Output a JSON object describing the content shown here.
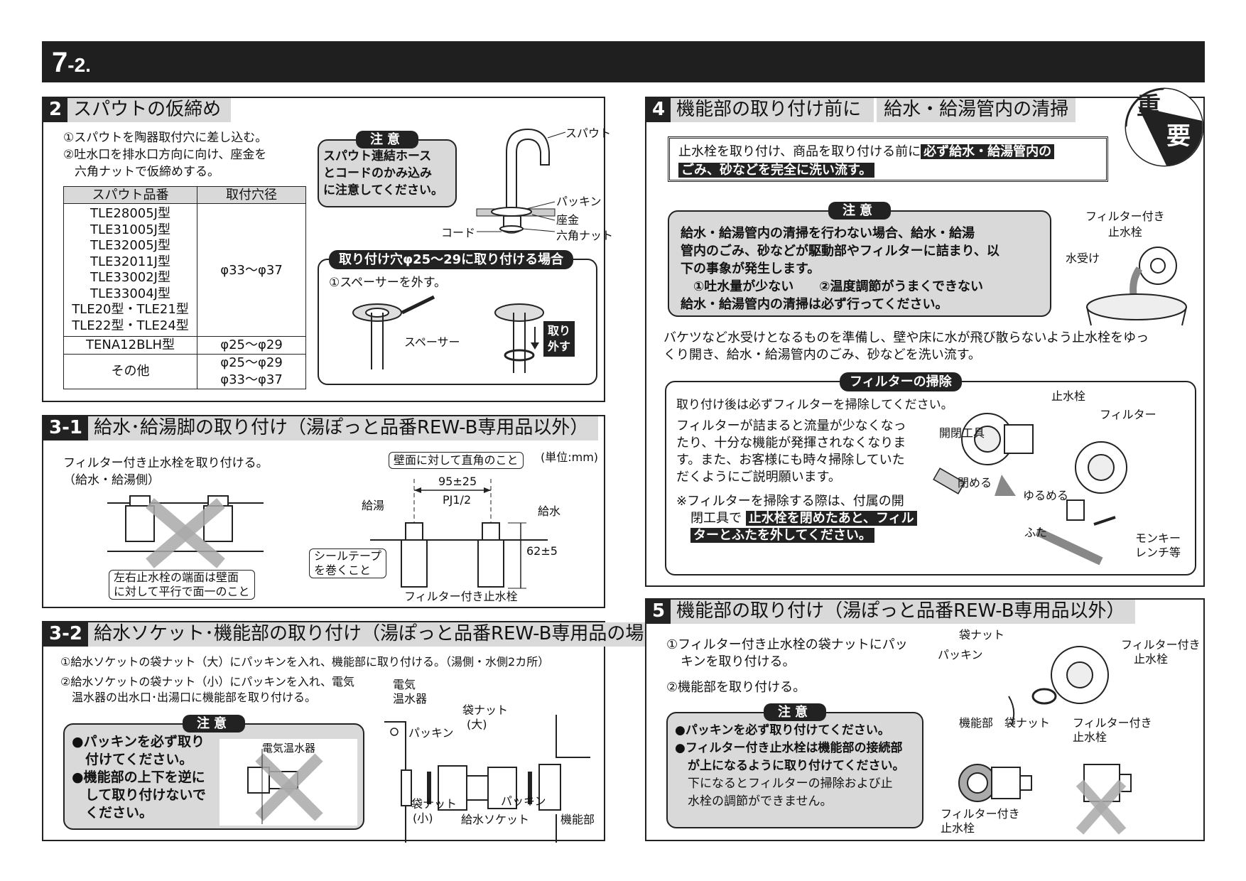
{
  "page": {
    "section_number_main": "7",
    "section_number_sub": "-2."
  },
  "s2": {
    "num": "2",
    "title": "スパウトの仮締め",
    "step1": "①スパウトを陶器取付穴に差し込む。",
    "step2a": "②吐水口を排水口方向に向け、座金を",
    "step2b": "六角ナットで仮締めする。",
    "table": {
      "headers": [
        "スパウト品番",
        "取付穴径"
      ],
      "group1_models": [
        "TLE28005J型",
        "TLE31005J型",
        "TLE32005J型",
        "TLE32011J型",
        "TLE33002J型",
        "TLE33004J型",
        "TLE20型・TLE21型",
        "TLE22型・TLE24型"
      ],
      "group1_dia": "φ33～φ37",
      "row2_model": "TENA12BLH型",
      "row2_dia": "φ25～φ29",
      "row3_model": "その他",
      "row3_dia1": "φ25～φ29",
      "row3_dia2": "φ33～φ37"
    },
    "caution": {
      "label": "注意",
      "lines": [
        "スパウト連結ホース",
        "とコードのかみ込み",
        "に注意してください。"
      ]
    },
    "labels": {
      "spout": "スパウト",
      "packing": "パッキン",
      "washer": "座金",
      "cord": "コード",
      "hexnut": "六角ナット"
    },
    "hole_case": {
      "title": "取り付け穴φ25～29に取り付ける場合",
      "step": "①スペーサーを外す。",
      "spacer": "スペーサー",
      "remove_a": "取り",
      "remove_b": "外す"
    }
  },
  "s31": {
    "num": "3-1",
    "title": "給水･給湯脚の取り付け（湯ぽっと品番REW-B専用品以外）",
    "line1": "フィルター付き止水栓を取り付ける。",
    "line2": "（給水・給湯側）",
    "parallel_a": "左右止水栓の端面は壁面",
    "parallel_b": "に対して平行で面一のこと",
    "perp": "壁面に対して直角のこと",
    "unit": "(単位:mm)",
    "dim1": "95±25",
    "thread": "PJ1/2",
    "hot": "給湯",
    "cold": "給水",
    "tape_a": "シールテープ",
    "tape_b": "を巻くこと",
    "dim2": "62±5",
    "filter_valve": "フィルター付き止水栓"
  },
  "s32": {
    "num": "3-2",
    "title": "給水ソケット･機能部の取り付け（湯ぽっと品番REW-B専用品の場合）",
    "step1": "①給水ソケットの袋ナット（大）にパッキンを入れ、機能部に取り付ける。（湯側・水側2カ所）",
    "step2a": "②給水ソケットの袋ナット（小）にパッキンを入れ、電気",
    "step2b": "温水器の出水口･出湯口に機能部を取り付ける。",
    "caution": {
      "label": "注意",
      "lines": [
        "●パッキンを必ず取り",
        "　付けてください。",
        "●機能部の上下を逆に",
        "　して取り付けないで",
        "　ください。"
      ]
    },
    "heater_small": "電気温水器",
    "labels": {
      "heater_a": "電気",
      "heater_b": "温水器",
      "packing1": "パッキン",
      "nut_big_a": "袋ナット",
      "nut_big_b": "(大)",
      "nut_small_a": "袋ナット",
      "nut_small_b": "(小)",
      "socket": "給水ソケット",
      "packing2": "パッキン",
      "function": "機能部"
    }
  },
  "s4": {
    "num": "4",
    "title": "機能部の取り付け前に",
    "sub": "給水・給湯管内の清掃",
    "important_a": "重",
    "important_b": "要",
    "box_a1": "止水栓を取り付け、商品を取り付ける前に",
    "box_a2": "必ず給水・給湯管内の",
    "box_b": "ごみ、砂などを完全に洗い流す。",
    "caution": {
      "label": "注意",
      "lines": [
        "給水・給湯管内の清掃を行わない場合、給水・給湯",
        "管内のごみ、砂などが駆動部やフィルターに詰まり、以",
        "下の事象が発生します。",
        "　①吐水量が少ない　　②温度調節がうまくできない",
        "給水・給湯管内の清掃は必ず行ってください。"
      ]
    },
    "fig_valve_a": "フィルター付き",
    "fig_valve_b": "止水栓",
    "fig_bucket": "水受け",
    "para_a": "バケツなど水受けとなるものを準備し、壁や床に水が飛び散らないよう止水栓をゆっ",
    "para_b": "くり開き、給水・給湯管内のごみ、砂などを洗い流す。",
    "filter": {
      "title": "フィルターの掃除",
      "l1": "取り付け後は必ずフィルターを掃除してください。",
      "l2": "フィルターが詰まると流量が少なくなっ",
      "l3": "たり、十分な機能が発揮されなくなりま",
      "l4": "す。また、お客様にも時々掃除していた",
      "l5": "だくようにご説明願います。",
      "l6": "※フィルターを掃除する際は、付属の開",
      "l7a": "閉工具で",
      "l7b": "止水栓を閉めたあと、フィル",
      "l8": "ターとふたを外してください。",
      "lbl_valve": "止水栓",
      "lbl_tool": "開閉工具",
      "lbl_close": "閉める",
      "lbl_filter": "フィルター",
      "lbl_loosen": "ゆるめる",
      "lbl_lid": "ふた",
      "lbl_wrench_a": "モンキー",
      "lbl_wrench_b": "レンチ等"
    }
  },
  "s5": {
    "num": "5",
    "title": "機能部の取り付け（湯ぽっと品番REW-B専用品以外）",
    "step1a": "①フィルター付き止水栓の袋ナットにパッ",
    "step1b": "キンを取り付ける。",
    "step2": "②機能部を取り付ける。",
    "caution": {
      "label": "注意",
      "line1": "●パッキンを必ず取り付けてください。",
      "line2": "●フィルター付き止水栓は機能部の接続部",
      "line3": "が上になるように取り付けてください。",
      "line4": "下になるとフィルターの掃除および止",
      "line5": "水栓の調節ができません。"
    },
    "labels": {
      "nut": "袋ナット",
      "packing": "パッキン",
      "valve_a": "フィルター付き",
      "valve_b": "止水栓",
      "function": "機能部",
      "nut2": "袋ナット",
      "valve2_a": "フィルター付き",
      "valve2_b": "止水栓",
      "valve3_a": "フィルター付き",
      "valve3_b": "止水栓"
    }
  }
}
